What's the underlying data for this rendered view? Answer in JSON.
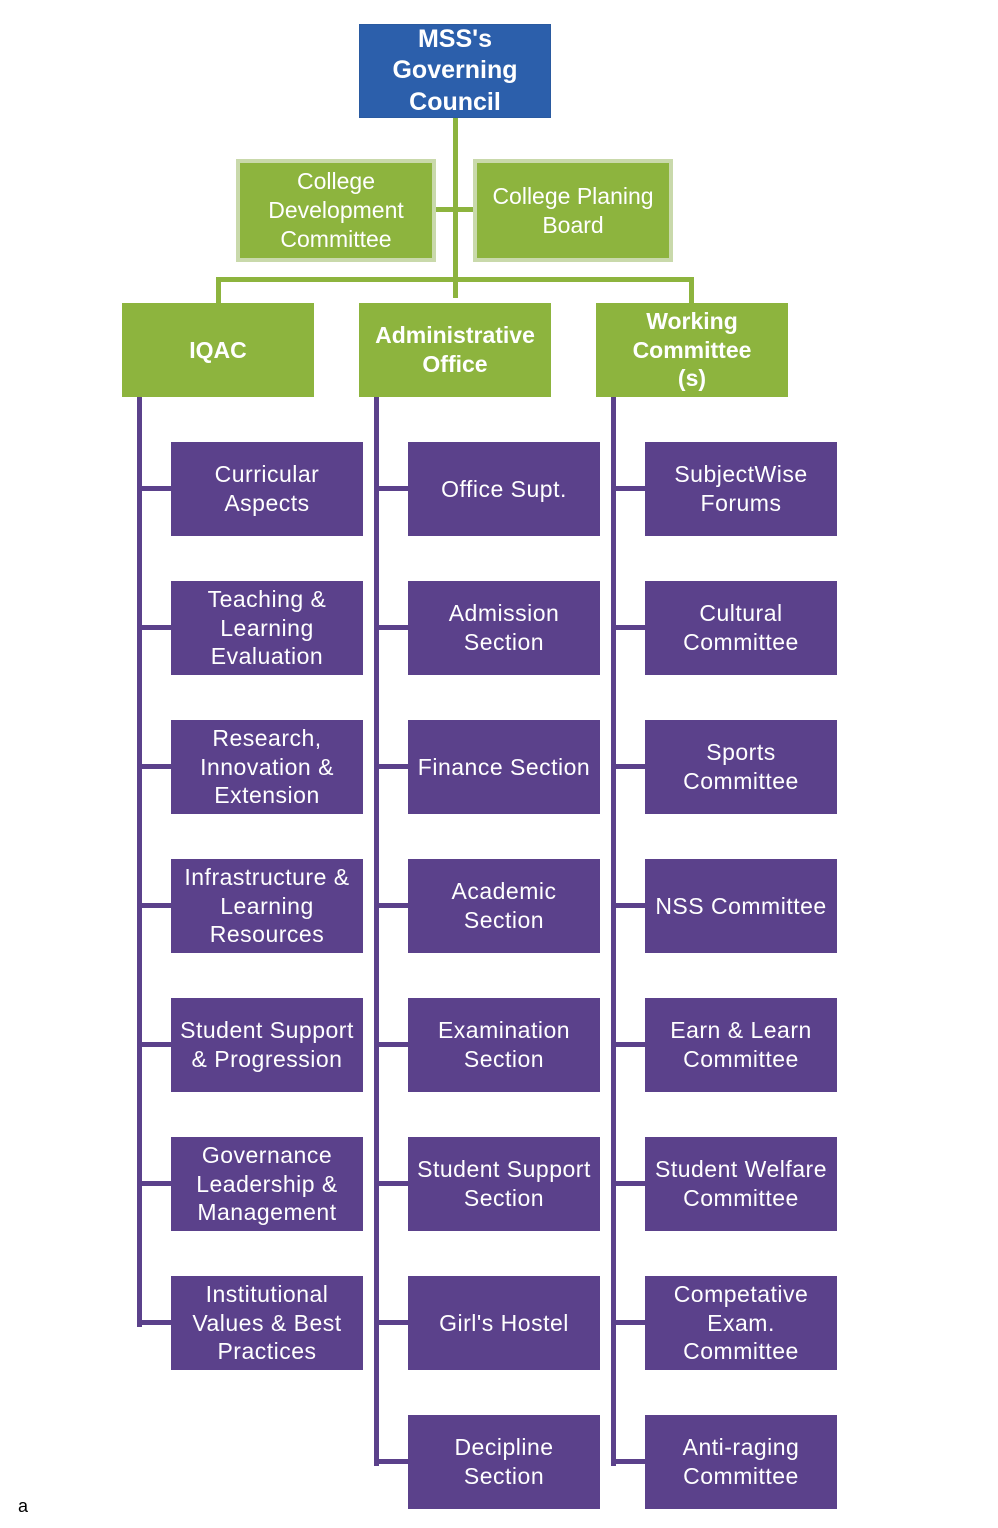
{
  "top": {
    "label": "MSS's\nGoverning\nCouncil"
  },
  "side": {
    "left": "College\nDevelopment\nCommittee",
    "right": "College Planing\nBoard"
  },
  "heads": [
    {
      "label": "IQAC"
    },
    {
      "label": "Administrative\nOffice"
    },
    {
      "label": "Working\nCommittee\n(s)"
    }
  ],
  "columns": [
    {
      "items": [
        "Curricular\nAspects",
        "Teaching &\nLearning\nEvaluation",
        "Research,\nInnovation &\nExtension",
        "Infrastructure &\nLearning\nResources",
        "Student Support\n& Progression",
        "Governance\nLeadership &\nManagement",
        "Institutional\nValues & Best\nPractices"
      ]
    },
    {
      "items": [
        "Office  Supt.",
        "Admission\nSection",
        "Finance Section",
        "Academic\nSection",
        "Examination\nSection",
        "Student Support\nSection",
        "Girl's Hostel",
        "Decipline Section"
      ]
    },
    {
      "items": [
        "SubjectWise\nForums",
        "Cultural\nCommittee",
        "Sports\nCommittee",
        "NSS Committee",
        "Earn & Learn\nCommittee",
        "Student Welfare\nCommittee",
        "Competative\nExam.\nCommittee",
        "Anti-raging\nCommittee"
      ]
    }
  ],
  "footer": "a",
  "colors": {
    "blue": "#2c5fab",
    "green": "#8db43e",
    "purple": "#5b418b"
  }
}
